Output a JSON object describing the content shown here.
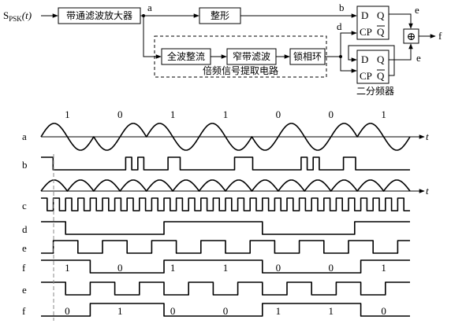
{
  "blocks": {
    "input_signal": "S",
    "input_sub": "PSK",
    "input_arg": "(t)",
    "bandpass": "带通滤波放大器",
    "shaper": "整形",
    "full_wave": "全波整流",
    "narrow_filter": "窄带滤波",
    "pll": "锁相环",
    "extractor_caption": "倍频信号提取电路",
    "divider_caption": "二分频器",
    "ff_d": "D",
    "ff_q": "Q",
    "ff_cp": "CP",
    "ff_qbar": "Q",
    "xor_symbol": "⊕"
  },
  "nodes": [
    "a",
    "b",
    "c",
    "d",
    "e",
    "f"
  ],
  "t_label": "t",
  "top_bits": [
    "1",
    "0",
    "1",
    "1",
    "0",
    "0",
    "1"
  ],
  "wave_rows": [
    "a",
    "b",
    "",
    "c",
    "d",
    "e",
    "f",
    "e",
    "f"
  ],
  "f_bits_1": [
    "1",
    "0",
    "1",
    "1",
    "0",
    "0",
    "1"
  ],
  "f_bits_2": [
    "0",
    "1",
    "0",
    "0",
    "1",
    "1",
    "0"
  ],
  "b_levels": [
    1,
    1,
    0,
    0,
    0,
    0,
    0,
    0,
    0,
    0,
    0,
    0,
    0,
    0,
    1,
    0,
    1,
    0,
    0,
    0,
    0,
    1,
    1,
    0,
    0,
    0,
    0,
    0,
    0,
    0,
    0,
    0,
    1,
    1,
    1,
    0,
    0,
    0,
    0,
    0,
    0,
    0,
    0,
    1,
    0,
    1,
    0,
    0,
    0,
    0,
    1,
    1,
    0,
    0,
    0,
    0,
    0,
    0,
    0,
    0,
    0
  ],
  "c_levels": [
    1,
    0,
    1,
    0,
    1,
    0,
    1,
    0,
    1,
    0,
    1,
    0,
    1,
    0,
    1,
    0,
    1,
    0,
    1,
    0,
    1,
    0,
    1,
    0,
    1,
    0,
    1,
    0,
    1,
    0,
    1,
    0,
    1,
    0,
    1,
    0,
    1,
    0,
    1,
    0,
    1,
    0,
    1,
    0,
    1,
    0,
    1,
    0,
    1,
    0,
    1,
    0,
    1,
    0,
    1,
    0,
    1,
    0,
    1,
    0
  ],
  "d_levels": [
    1,
    1,
    1,
    1,
    0,
    0,
    0,
    0,
    0,
    0,
    0,
    0,
    0,
    0,
    0,
    0,
    0,
    0,
    0,
    0,
    1,
    1,
    1,
    1,
    1,
    1,
    1,
    1,
    1,
    1,
    1,
    1,
    1,
    1,
    1,
    1,
    0,
    0,
    0,
    0,
    0,
    0,
    0,
    0,
    0,
    0,
    0,
    0,
    0,
    0,
    0,
    1,
    1,
    1,
    1,
    1,
    1,
    1,
    1,
    1
  ],
  "e_levels": [
    0,
    0,
    1,
    1,
    1,
    1,
    0,
    0,
    0,
    0,
    1,
    1,
    1,
    1,
    0,
    0,
    0,
    0,
    1,
    1,
    1,
    1,
    0,
    0,
    0,
    0,
    1,
    1,
    1,
    1,
    0,
    0,
    0,
    0,
    1,
    1,
    1,
    1,
    0,
    0,
    0,
    0,
    1,
    1,
    1,
    1,
    0,
    0,
    0,
    0,
    1,
    1,
    1,
    1,
    0,
    0,
    0,
    0,
    1,
    1
  ],
  "f_levels": [
    1,
    1,
    1,
    1,
    1,
    1,
    1,
    1,
    0,
    0,
    0,
    0,
    0,
    0,
    0,
    0,
    0,
    0,
    0,
    0,
    1,
    1,
    1,
    1,
    1,
    1,
    1,
    1,
    1,
    1,
    1,
    1,
    1,
    1,
    1,
    1,
    0,
    0,
    0,
    0,
    0,
    0,
    0,
    0,
    0,
    0,
    0,
    0,
    0,
    0,
    0,
    0,
    1,
    1,
    1,
    1,
    1,
    1,
    1,
    1
  ],
  "e2_levels": [
    1,
    1,
    1,
    1,
    0,
    0,
    0,
    0,
    1,
    1,
    1,
    1,
    0,
    0,
    0,
    0,
    1,
    1,
    1,
    1,
    0,
    0,
    0,
    0,
    1,
    1,
    1,
    1,
    0,
    0,
    0,
    0,
    1,
    1,
    1,
    1,
    0,
    0,
    0,
    0,
    1,
    1,
    1,
    1,
    0,
    0,
    0,
    0,
    1,
    1,
    1,
    1,
    0,
    0,
    0,
    0,
    1,
    1,
    1,
    1
  ],
  "f2_levels": [
    0,
    0,
    0,
    0,
    0,
    0,
    0,
    0,
    1,
    1,
    1,
    1,
    1,
    1,
    1,
    1,
    1,
    1,
    1,
    1,
    0,
    0,
    0,
    0,
    0,
    0,
    0,
    0,
    0,
    0,
    0,
    0,
    0,
    0,
    0,
    0,
    1,
    1,
    1,
    1,
    1,
    1,
    1,
    1,
    1,
    1,
    1,
    1,
    1,
    1,
    1,
    1,
    0,
    0,
    0,
    0,
    0,
    0,
    0,
    0
  ]
}
